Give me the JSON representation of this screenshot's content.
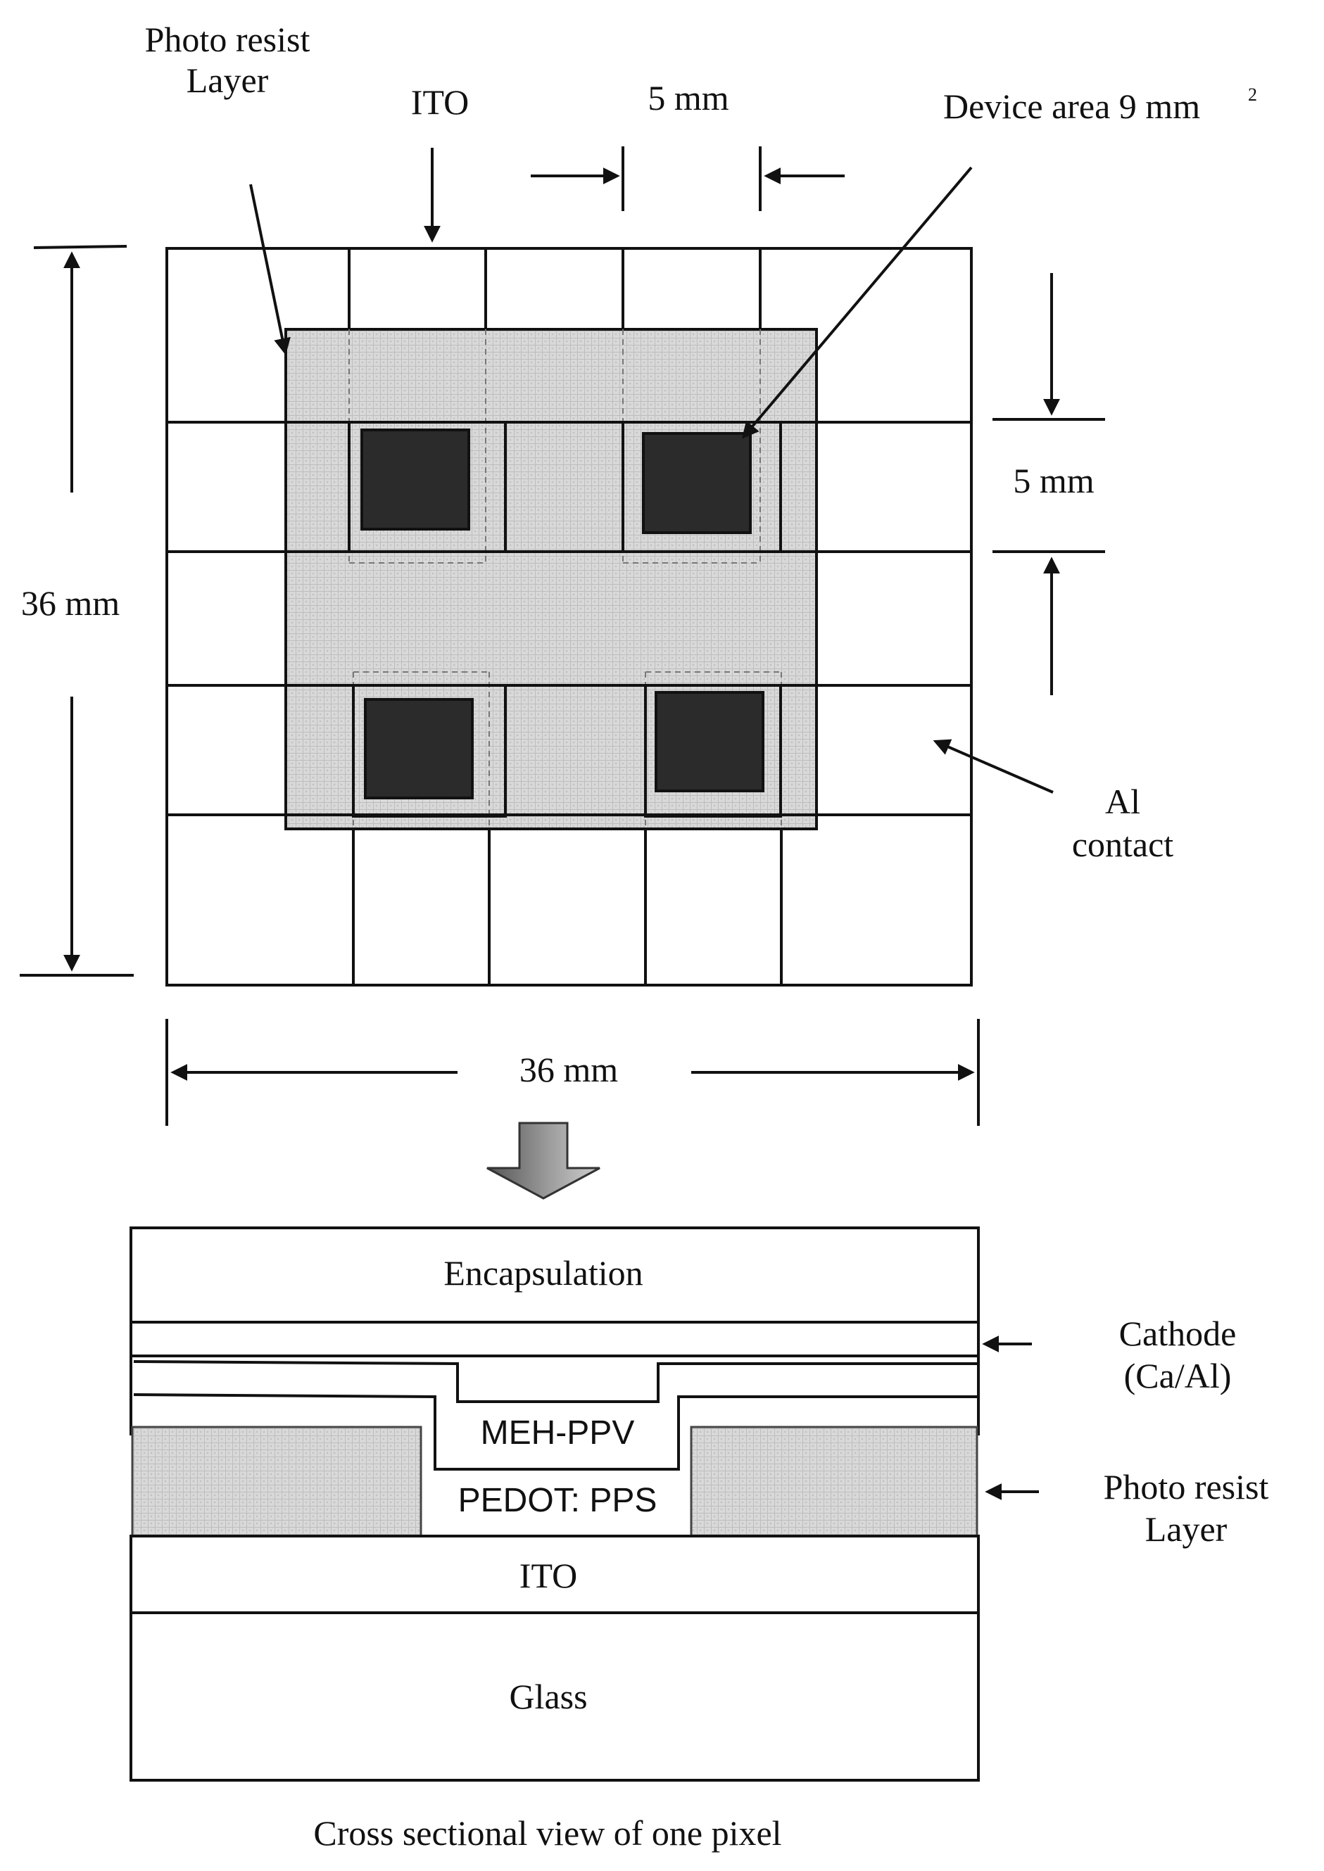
{
  "top_view": {
    "photo_resist_label": [
      "Photo resist",
      "Layer"
    ],
    "ito_label": "ITO",
    "ito_width_label": "5 mm",
    "device_area_label": "Device area 9 mm",
    "device_area_superscript": "2",
    "al_width_label": "5 mm",
    "height_label": "36 mm",
    "width_label": "36 mm",
    "al_contact_label": [
      "Al",
      "contact"
    ]
  },
  "cross_section": {
    "encapsulation": "Encapsulation",
    "cathode_label": [
      "Cathode",
      "(Ca/Al)"
    ],
    "meh_ppv": "MEH-PPV",
    "pedot": "PEDOT: PPS",
    "photo_resist_label": [
      "Photo resist",
      "Layer"
    ],
    "ito": "ITO",
    "glass": "Glass"
  },
  "caption": "Cross sectional view of one pixel",
  "colors": {
    "line": "#111111",
    "photo_resist_fill": "#d4d4d4",
    "device_fill": "#2b2b2b",
    "arrow_fill": "#8a8a8a"
  }
}
